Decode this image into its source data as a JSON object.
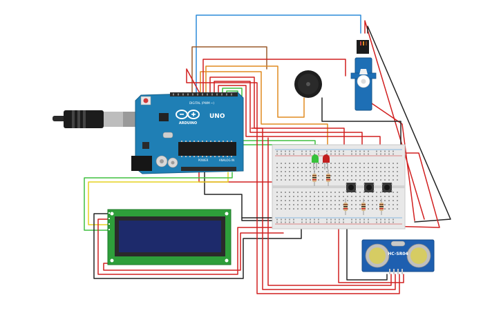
{
  "arduino": {
    "brand": "ARDUINO",
    "model": "UNO",
    "digital_header": "DIGITAL (PWM ~)",
    "power_header": "POWER",
    "analog_header": "ANALOG IN"
  },
  "ultrasonic": {
    "label": "HC-SR04"
  },
  "colors": {
    "board": "#1f7fb5",
    "breadboard": "#e8e8e8",
    "wire_red": "#d11f1f",
    "wire_black": "#222222",
    "wire_orange": "#e08a1e",
    "wire_brown": "#9a5a2a",
    "wire_blue": "#2a8ad8",
    "wire_green": "#3fbf3f",
    "wire_yellow": "#e6d21e",
    "lcd_board": "#2e9e3a",
    "lcd_screen": "#1d2a6b",
    "servo": "#1e6fb5",
    "sensor": "#1e5fb0"
  },
  "icons": {
    "usb_cable": "usb-plug-icon",
    "buzzer": "buzzer-icon",
    "servo": "servo-motor-icon"
  }
}
